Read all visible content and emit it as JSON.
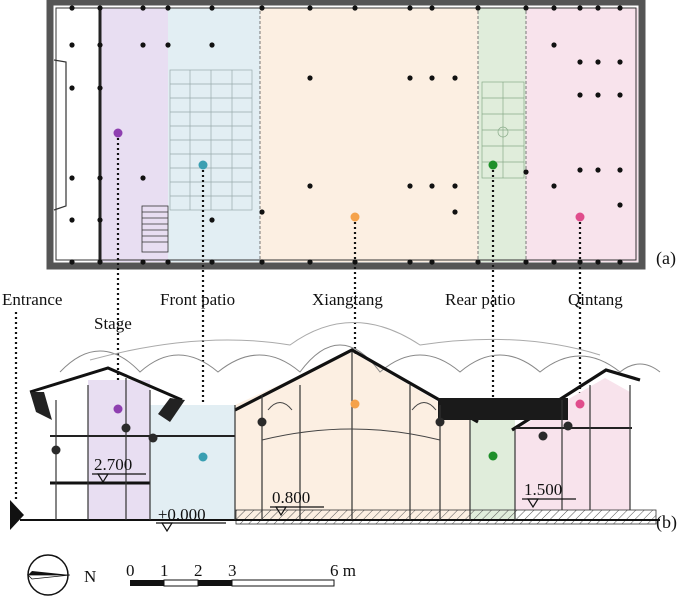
{
  "panels": {
    "plan_tag": "(a)",
    "section_tag": "(b)"
  },
  "zones": [
    {
      "key": "stage",
      "label": "Stage",
      "color": "#8e3fb0",
      "fill": "#e8def2"
    },
    {
      "key": "front_patio",
      "label": "Front patio",
      "color": "#3a9fb2",
      "fill": "#e2eef3"
    },
    {
      "key": "xiangtang",
      "label": "Xiangtang",
      "color": "#f5a24a",
      "fill": "#fcefe2"
    },
    {
      "key": "rear_patio",
      "label": "Rear patio",
      "color": "#1e8f2a",
      "fill": "#e0eddb"
    },
    {
      "key": "qintang",
      "label": "Qintang",
      "color": "#e04d8c",
      "fill": "#f8e3ec"
    }
  ],
  "entrance_label": "Entrance",
  "elevations": [
    "2.700",
    "±0.000",
    "0.800",
    "1.500"
  ],
  "north": {
    "label": "N"
  },
  "scale_bar": {
    "ticks": [
      "0",
      "1",
      "2",
      "3",
      "6 m"
    ]
  }
}
